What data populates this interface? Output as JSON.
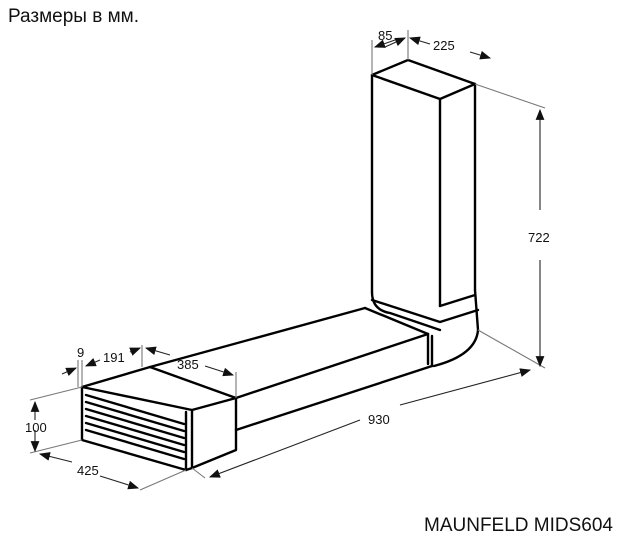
{
  "caption": "Размеры в мм.",
  "model": "MAUNFELD MIDS604",
  "dimensions": {
    "top_depth": "85",
    "top_width": "225",
    "vertical_height": "722",
    "grille_depth": "9",
    "section_a": "191",
    "section_b": "385",
    "total_length": "930",
    "grille_height": "100",
    "grille_width": "425"
  }
}
